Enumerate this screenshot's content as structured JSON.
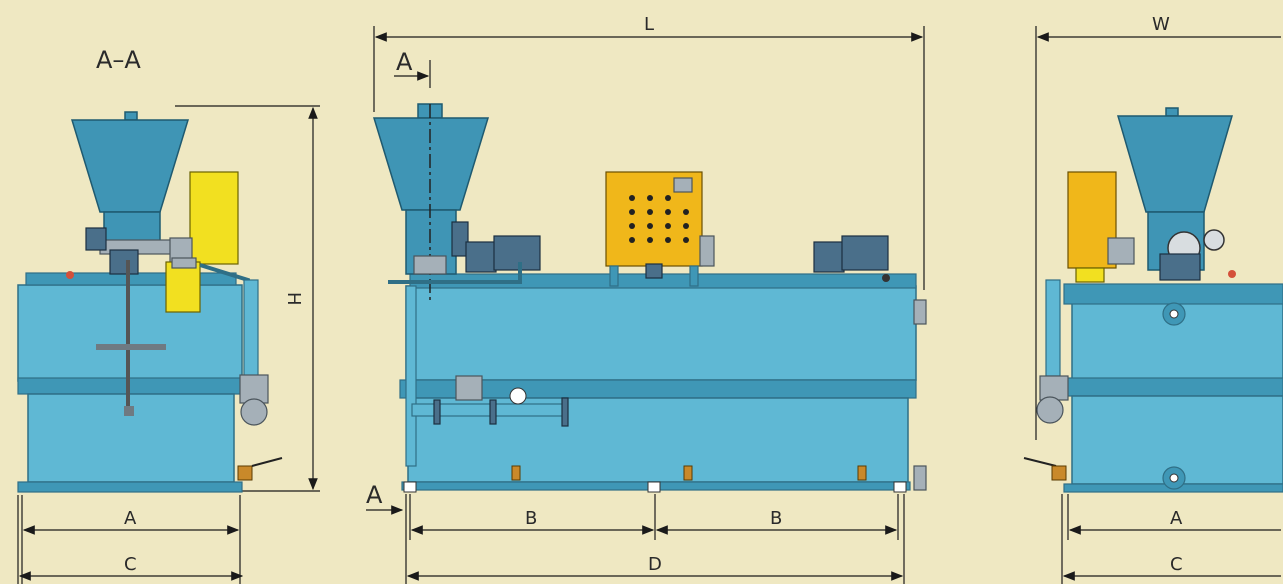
{
  "labels": {
    "section": "A–A",
    "length": "L",
    "width": "W",
    "height": "H",
    "dim_a_left": "A",
    "dim_c_left": "C",
    "dim_b_1": "B",
    "dim_b_2": "B",
    "dim_d": "D",
    "dim_a_right": "A",
    "dim_c_right": "C",
    "section_mark_top": "A",
    "section_mark_bottom": "A"
  }
}
